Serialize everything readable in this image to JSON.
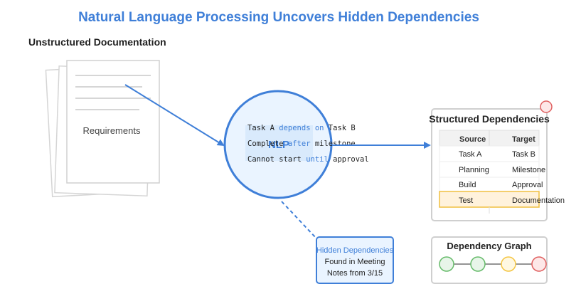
{
  "title": "Natural Language Processing Uncovers Hidden Dependencies",
  "colors": {
    "title_blue": "#3f7fd8",
    "arrow_blue": "#3f7fd8",
    "circle_fill": "#eaf4ff",
    "keyword_blue": "#3f7fd8",
    "highlight_fill": "#fff2dc",
    "highlight_stroke": "#f0c040",
    "node_green_fill": "#e8f5e9",
    "node_green_stroke": "#66bb6a",
    "node_yellow_fill": "#fff8e1",
    "node_yellow_stroke": "#f4c542",
    "node_red_fill": "#fde8e8",
    "node_red_stroke": "#e06060"
  },
  "left_section": {
    "label": "Unstructured Documentation",
    "doc_label": "Requirements"
  },
  "nlp": {
    "label": "NLP",
    "lines": [
      {
        "before": "Task A ",
        "keyword": "depends on",
        "after": " Task B"
      },
      {
        "before": "Complete ",
        "keyword": "after",
        "after": " milestone"
      },
      {
        "before": "Cannot start ",
        "keyword": "until",
        "after": " approval"
      }
    ]
  },
  "hidden_box": {
    "title": "Hidden Dependencies",
    "line1": "Found in Meeting",
    "line2": "Notes from 3/15"
  },
  "structured": {
    "title": "Structured Dependencies",
    "headers": [
      "Source",
      "Target"
    ],
    "rows": [
      {
        "source": "Task A",
        "target": "Task B",
        "highlight": false
      },
      {
        "source": "Planning",
        "target": "Milestone",
        "highlight": false
      },
      {
        "source": "Build",
        "target": "Approval",
        "highlight": false
      },
      {
        "source": "Test",
        "target": "Documentation",
        "highlight": true
      }
    ]
  },
  "graph": {
    "title": "Dependency Graph",
    "nodes": [
      {
        "color": "green"
      },
      {
        "color": "green"
      },
      {
        "color": "yellow"
      },
      {
        "color": "red"
      }
    ]
  }
}
